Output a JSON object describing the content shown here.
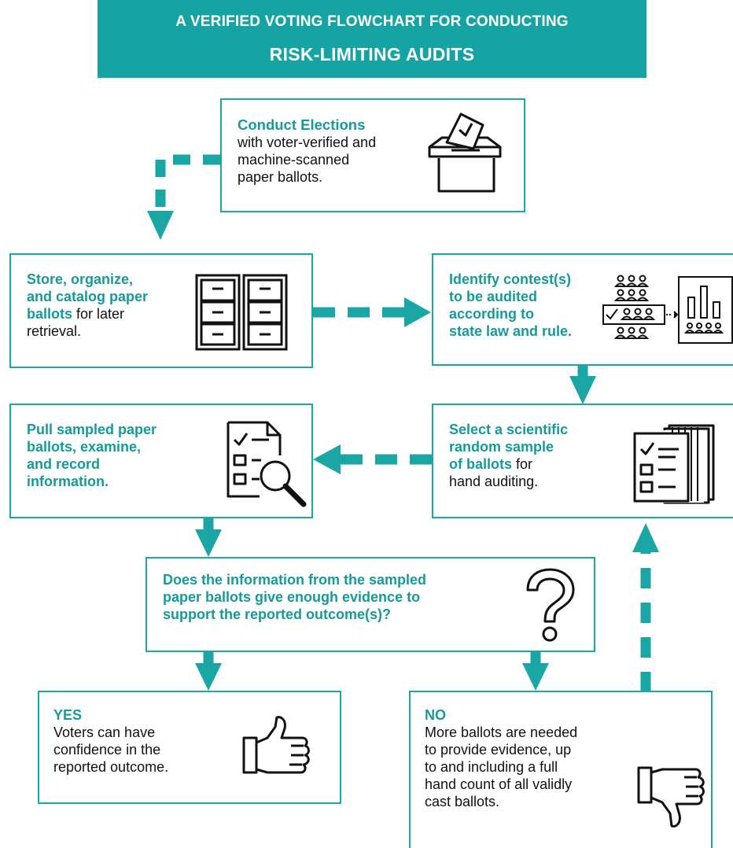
{
  "banner": {
    "line1": "A VERIFIED VOTING FLOWCHART FOR CONDUCTING",
    "line2": "RISK-LIMITING AUDITS"
  },
  "colors": {
    "accent": "#15a3a3",
    "text": "#111111"
  },
  "steps": {
    "conduct": {
      "bold": "Conduct Elections",
      "line1": "with voter-verified and",
      "line2": "machine-scanned",
      "line3": "paper ballots.",
      "icon": "ballot-box-icon"
    },
    "store": {
      "bold1": "Store, organize,",
      "bold2": "and catalog paper",
      "bold3": "ballots",
      "rest3": " for later",
      "line4": "retrieval.",
      "icon": "file-cabinet-icon"
    },
    "identify": {
      "l1": "Identify contest(s)",
      "l2": "to be audited",
      "l3": "according to",
      "l4": "state law and rule.",
      "icon": "contest-selection-icon"
    },
    "pull": {
      "l1": "Pull sampled paper",
      "l2": "ballots, examine,",
      "l3": "and record",
      "l4": "information.",
      "icon": "ballot-magnifier-icon"
    },
    "select": {
      "l1": "Select a scientific",
      "l2": "random sample",
      "l3": "of ballots",
      "rest3": " for",
      "l4": "hand auditing.",
      "icon": "ballot-stack-icon"
    },
    "question": {
      "l1": "Does the information from the sampled",
      "l2": "paper ballots give enough evidence to",
      "l3": "support the reported outcome(s)?",
      "icon": "question-mark-icon"
    },
    "yes": {
      "title": "YES",
      "l1": "Voters can have",
      "l2": "confidence in the",
      "l3": "reported outcome.",
      "icon": "thumbs-up-icon"
    },
    "no": {
      "title": "NO",
      "l1": "More ballots are needed",
      "l2": "to provide evidence, up",
      "l3": "to and including a full",
      "l4": "hand count of all validly",
      "l5": "cast ballots.",
      "icon": "thumbs-down-icon"
    }
  }
}
